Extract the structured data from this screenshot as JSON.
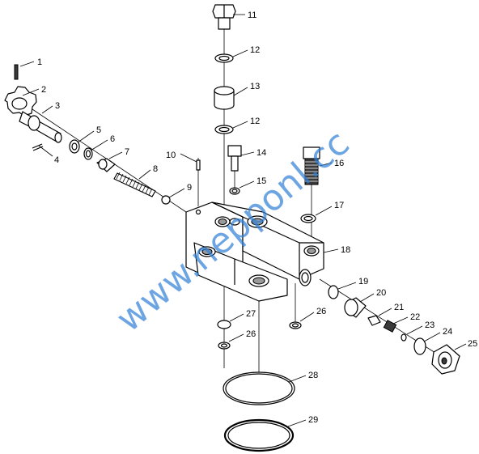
{
  "diagram": {
    "watermark": "www.nepponl.cc",
    "callouts": [
      "1",
      "2",
      "3",
      "4",
      "5",
      "6",
      "7",
      "8",
      "9",
      "10",
      "11",
      "12",
      "12",
      "13",
      "14",
      "15",
      "16",
      "17",
      "18",
      "19",
      "20",
      "21",
      "22",
      "23",
      "24",
      "25",
      "26",
      "26",
      "27",
      "28",
      "29"
    ]
  }
}
